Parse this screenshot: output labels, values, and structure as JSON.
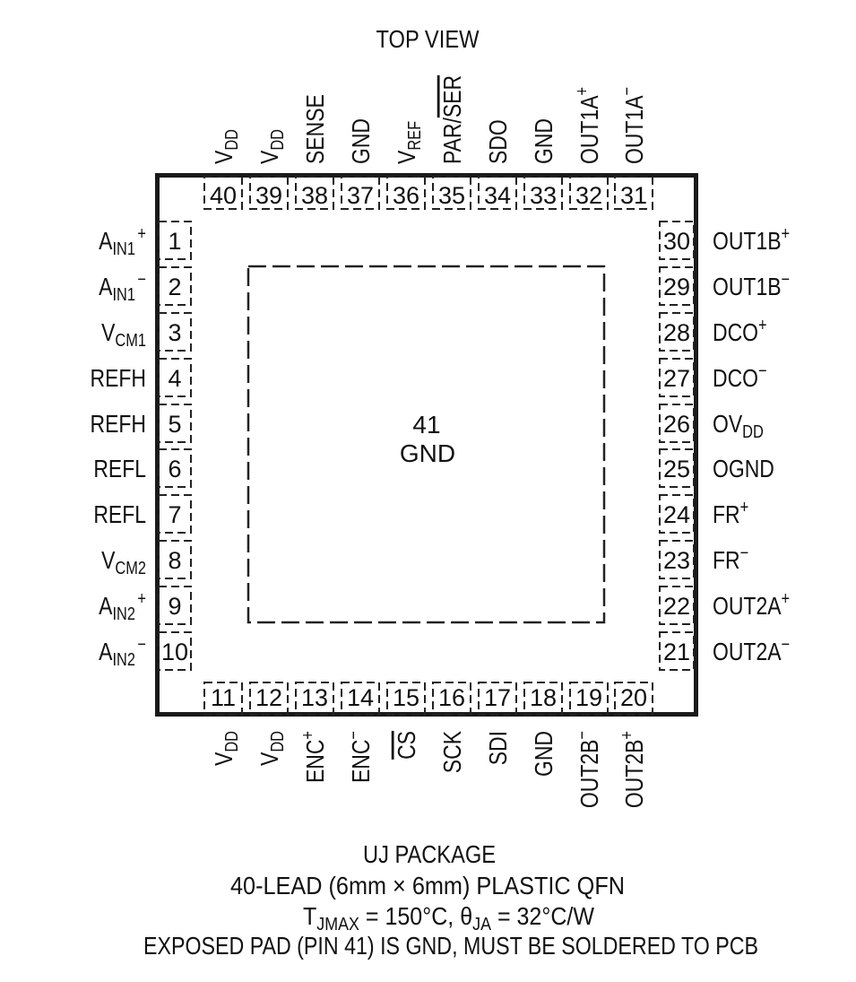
{
  "diagram": {
    "view_label": "TOP VIEW",
    "exposed_pad": {
      "number": "41",
      "name": "GND"
    }
  },
  "pins": {
    "top": [
      {
        "num": "40",
        "name": "V",
        "sub": "DD"
      },
      {
        "num": "39",
        "name": "V",
        "sub": "DD"
      },
      {
        "num": "38",
        "name": "SENSE"
      },
      {
        "num": "37",
        "name": "GND"
      },
      {
        "num": "36",
        "name": "V",
        "sub": "REF"
      },
      {
        "num": "35",
        "name": "PAR/",
        "ov": "SER"
      },
      {
        "num": "34",
        "name": "SDO"
      },
      {
        "num": "33",
        "name": "GND"
      },
      {
        "num": "32",
        "name": "OUT1A",
        "sup": "+"
      },
      {
        "num": "31",
        "name": "OUT1A",
        "sup": "−"
      }
    ],
    "left": [
      {
        "num": "1",
        "name": "A",
        "sub": "IN1",
        "sup": "+"
      },
      {
        "num": "2",
        "name": "A",
        "sub": "IN1",
        "sup": "−"
      },
      {
        "num": "3",
        "name": "V",
        "sub": "CM1"
      },
      {
        "num": "4",
        "name": "REFH"
      },
      {
        "num": "5",
        "name": "REFH"
      },
      {
        "num": "6",
        "name": "REFL"
      },
      {
        "num": "7",
        "name": "REFL"
      },
      {
        "num": "8",
        "name": "V",
        "sub": "CM2"
      },
      {
        "num": "9",
        "name": "A",
        "sub": "IN2",
        "sup": "+"
      },
      {
        "num": "10",
        "name": "A",
        "sub": "IN2",
        "sup": "−"
      }
    ],
    "bottom": [
      {
        "num": "11",
        "name": "V",
        "sub": "DD"
      },
      {
        "num": "12",
        "name": "V",
        "sub": "DD"
      },
      {
        "num": "13",
        "name": "ENC",
        "sup": "+"
      },
      {
        "num": "14",
        "name": "ENC",
        "sup": "−"
      },
      {
        "num": "15",
        "ov": "CS"
      },
      {
        "num": "16",
        "name": "SCK"
      },
      {
        "num": "17",
        "name": "SDI"
      },
      {
        "num": "18",
        "name": "GND"
      },
      {
        "num": "19",
        "name": "OUT2B",
        "sup": "−"
      },
      {
        "num": "20",
        "name": "OUT2B",
        "sup": "+"
      }
    ],
    "right": [
      {
        "num": "30",
        "name": "OUT1B",
        "sup": "+"
      },
      {
        "num": "29",
        "name": "OUT1B",
        "sup": "−"
      },
      {
        "num": "28",
        "name": "DCO",
        "sup": "+"
      },
      {
        "num": "27",
        "name": "DCO",
        "sup": "−"
      },
      {
        "num": "26",
        "name": "OV",
        "sub": "DD"
      },
      {
        "num": "25",
        "name": "OGND"
      },
      {
        "num": "24",
        "name": "FR",
        "sup": "+"
      },
      {
        "num": "23",
        "name": "FR",
        "sup": "−"
      },
      {
        "num": "22",
        "name": "OUT2A",
        "sup": "+"
      },
      {
        "num": "21",
        "name": "OUT2A",
        "sup": "−"
      }
    ]
  },
  "caption": {
    "line1": "UJ PACKAGE",
    "line2": "40-LEAD (6mm × 6mm) PLASTIC QFN",
    "line3": {
      "t": "T",
      "t_sub": "JMAX",
      "t_value": " = 150°C, ",
      "theta": "θ",
      "theta_sub": "JA",
      "theta_value": " = 32°C/W"
    },
    "line4": "EXPOSED PAD (PIN 41) IS GND, MUST BE SOLDERED TO PCB"
  }
}
